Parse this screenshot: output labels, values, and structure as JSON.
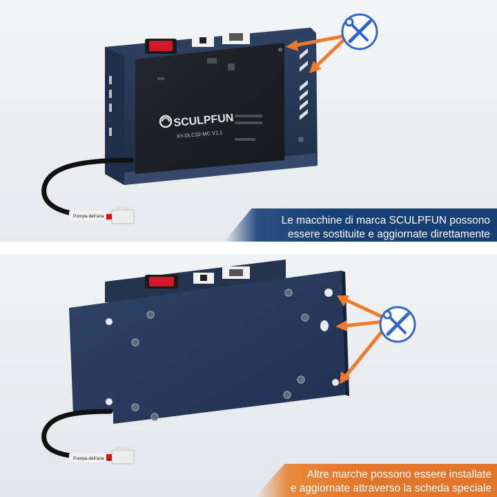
{
  "colors": {
    "case": "#24344f",
    "board": "#1c1f25",
    "arrow": "#f07a2a",
    "tool_circle": "#2f66c8",
    "banner_blue": "#163f75",
    "banner_orange": "#e2762a"
  },
  "top_scene": {
    "brand_label": "SCULPFUN",
    "model_label": "XY-DLC32-MC V1.1",
    "cable_tag": "Pompa dell'aria",
    "tool_icon": "wrench-screwdriver-icon",
    "banner": {
      "line1": "Le macchine di marca SCULPFUN possono",
      "line2": "essere sostituite e aggiornate direttamente"
    }
  },
  "bottom_scene": {
    "cable_tag": "Pompa dell'aria",
    "tool_icon": "wrench-screwdriver-icon",
    "banner": {
      "line1": "Altre marche possono essere installate",
      "line2": "e aggiornate attraverso la scheda speciale"
    }
  }
}
